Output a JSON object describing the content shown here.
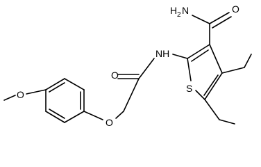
{
  "molecule": {
    "atom_labels": {
      "nh2_main": "H",
      "nh2_sub": "2",
      "nh2_n": "N",
      "carbonyl_o_right": "O",
      "amide_nh": "NH",
      "carbonyl_o_left": "O",
      "thiophene_s": "S",
      "ether_o_methoxy": "O",
      "ether_o_linker": "O"
    }
  }
}
